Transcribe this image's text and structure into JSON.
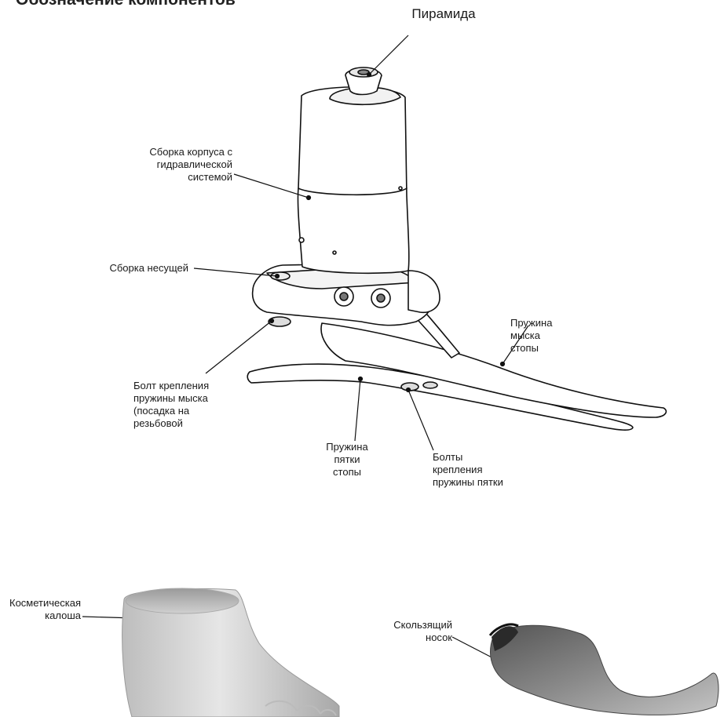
{
  "title": "Обозначение компонентов",
  "labels": {
    "pyramid": "Пирамида",
    "housing": "Сборка корпуса с\nгидравлической\nсистемой",
    "carrier": "Сборка несущей",
    "toe_spring": "Пружина\nмыска\nстопы",
    "toe_bolt": "Болт крепления\nпружины мыска\n(посадка на\nрезьбовой",
    "heel_spring": "Пружина\nпятки\nстопы",
    "heel_bolts": "Болты\nкрепления\nпружины пятки",
    "cosmetic": "Косметическая\nкалоша",
    "sock": "Скользящий\nносок"
  },
  "colors": {
    "line": "#111111",
    "shell": "#d9d9d9",
    "sock": "#7a7a7a"
  }
}
